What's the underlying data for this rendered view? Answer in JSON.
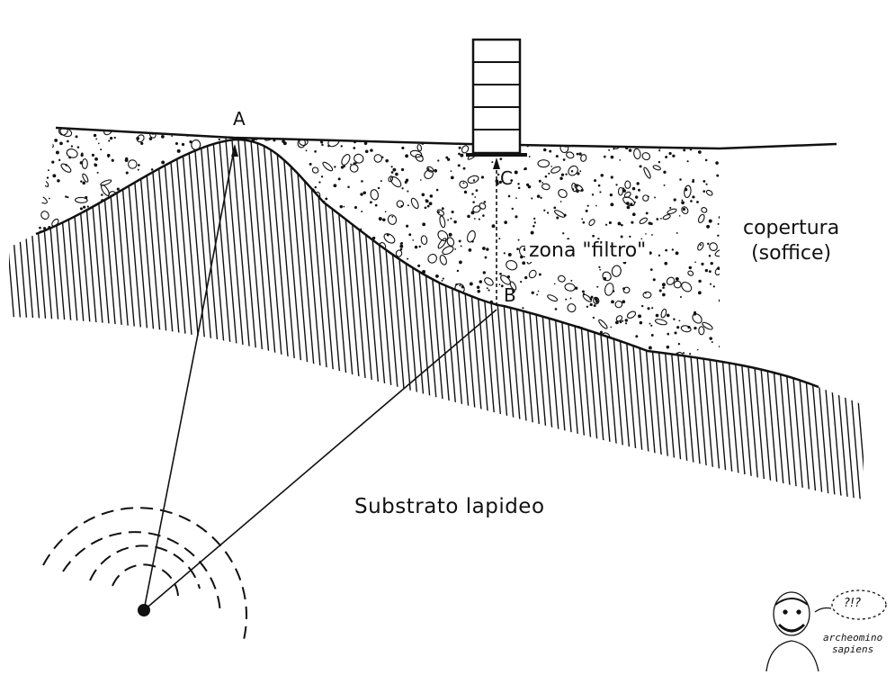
{
  "labels": {
    "point_a": "A",
    "point_b": "B",
    "point_c": "C",
    "cover_line1": "copertura",
    "cover_line2": "(soffice)",
    "filter_zone": "zona \"filtro\"",
    "substrate": "Substrato lapideo"
  },
  "logo": {
    "line1": "archeomino",
    "line2": "sapiens",
    "bubble": "?!?"
  },
  "colors": {
    "ink": "#111111",
    "paper": "#ffffff"
  }
}
